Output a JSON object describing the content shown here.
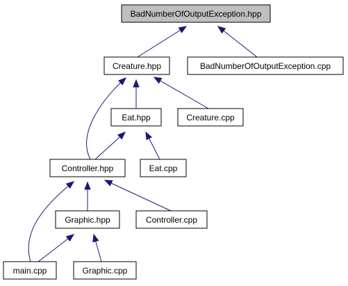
{
  "diagram": {
    "nodes": {
      "bad_hpp": {
        "label": "BadNumberOfOutputException.hpp",
        "highlight": true
      },
      "creature_hpp": {
        "label": "Creature.hpp"
      },
      "bad_cpp": {
        "label": "BadNumberOfOutputException.cpp"
      },
      "eat_hpp": {
        "label": "Eat.hpp"
      },
      "creature_cpp": {
        "label": "Creature.cpp"
      },
      "controller_hpp": {
        "label": "Controller.hpp"
      },
      "eat_cpp": {
        "label": "Eat.cpp"
      },
      "graphic_hpp": {
        "label": "Graphic.hpp"
      },
      "controller_cpp": {
        "label": "Controller.cpp"
      },
      "main_cpp": {
        "label": "main.cpp"
      },
      "graphic_cpp": {
        "label": "Graphic.cpp"
      }
    },
    "edges": [
      {
        "from": "creature_hpp",
        "to": "bad_hpp"
      },
      {
        "from": "bad_cpp",
        "to": "bad_hpp"
      },
      {
        "from": "eat_hpp",
        "to": "creature_hpp"
      },
      {
        "from": "creature_cpp",
        "to": "creature_hpp"
      },
      {
        "from": "controller_hpp",
        "to": "creature_hpp"
      },
      {
        "from": "controller_hpp",
        "to": "eat_hpp"
      },
      {
        "from": "eat_cpp",
        "to": "eat_hpp"
      },
      {
        "from": "graphic_hpp",
        "to": "controller_hpp"
      },
      {
        "from": "controller_cpp",
        "to": "controller_hpp"
      },
      {
        "from": "main_cpp",
        "to": "controller_hpp"
      },
      {
        "from": "main_cpp",
        "to": "graphic_hpp"
      },
      {
        "from": "graphic_cpp",
        "to": "graphic_hpp"
      }
    ],
    "colors": {
      "edge": "#191970",
      "highlight_fill": "#bfbfbf",
      "node_fill": "#ffffff",
      "node_border": "#000000"
    }
  }
}
